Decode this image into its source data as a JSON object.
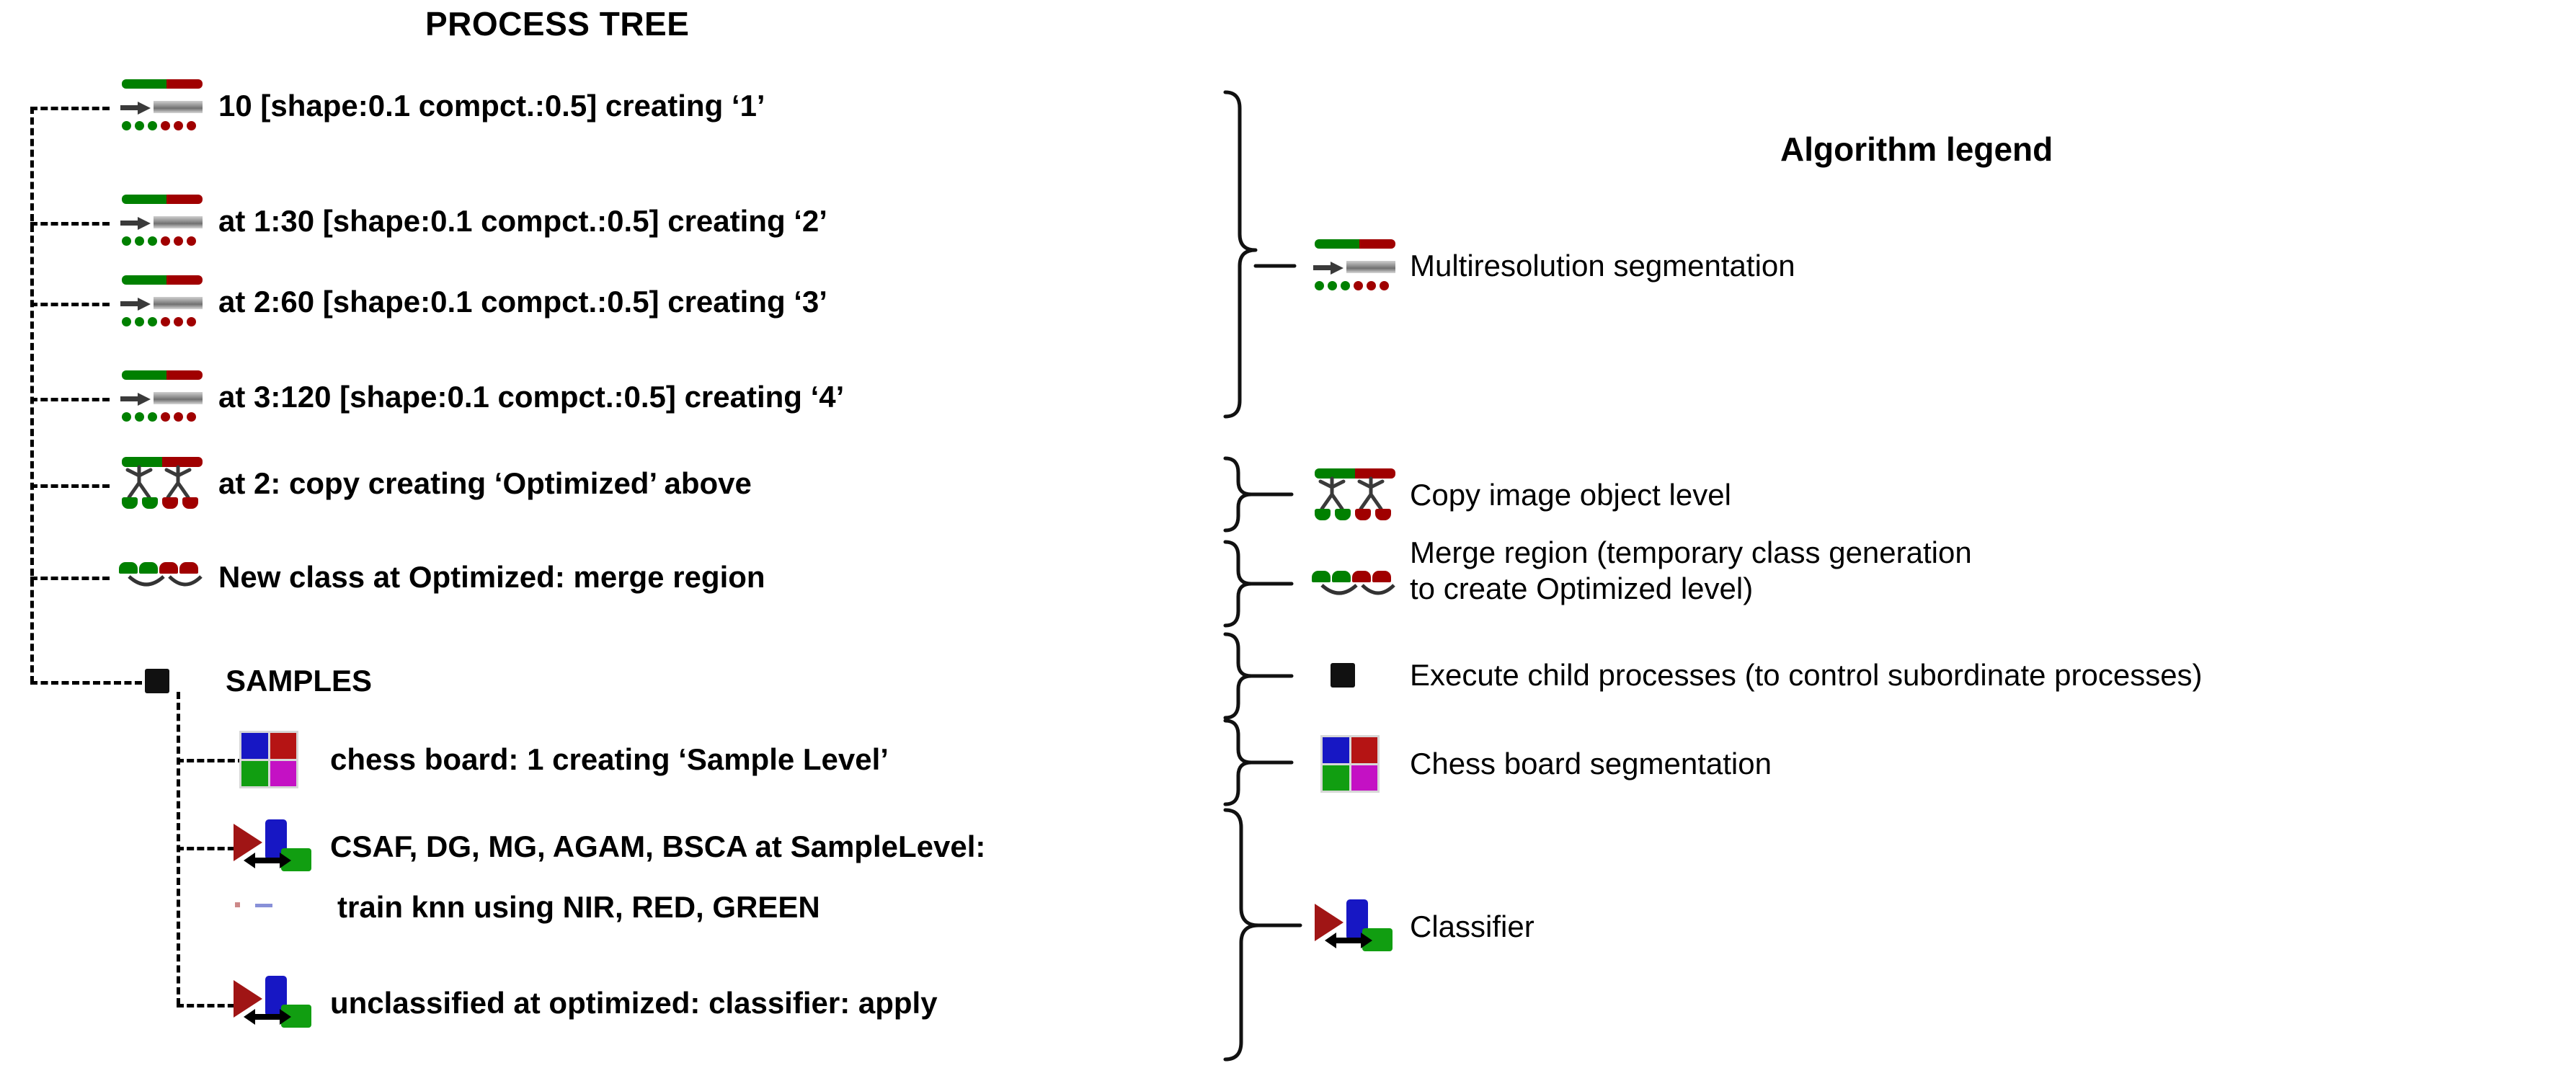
{
  "titles": {
    "process_tree": "PROCESS TREE",
    "algorithm_legend": "Algorithm legend"
  },
  "colors": {
    "green": "#008000",
    "red": "#a00000",
    "blue": "#1717c4",
    "magenta": "#c411c4",
    "bright_green": "#119e11",
    "black": "#111111",
    "gray": "#8a8a8a"
  },
  "process_tree": {
    "rows": [
      {
        "id": "row-1",
        "icon": "multiresolution-segmentation-icon",
        "label": "10 [shape:0.1 compct.:0.5] creating ‘1’"
      },
      {
        "id": "row-2",
        "icon": "multiresolution-segmentation-icon",
        "label": "at 1:30 [shape:0.1 compct.:0.5] creating ‘2’"
      },
      {
        "id": "row-3",
        "icon": "multiresolution-segmentation-icon",
        "label": "at 2:60 [shape:0.1 compct.:0.5] creating ‘3’"
      },
      {
        "id": "row-4",
        "icon": "multiresolution-segmentation-icon",
        "label": "at 3:120 [shape:0.1 compct.:0.5] creating ‘4’"
      },
      {
        "id": "row-5",
        "icon": "copy-image-object-level-icon",
        "label": "at 2: copy creating ‘Optimized’ above"
      },
      {
        "id": "row-6",
        "icon": "merge-region-icon",
        "label": "New class at Optimized: merge region"
      },
      {
        "id": "row-7",
        "icon": "execute-child-processes-icon",
        "label": "SAMPLES"
      },
      {
        "id": "row-8",
        "icon": "chess-board-segmentation-icon",
        "label": "chess board: 1 creating ‘Sample Level’"
      },
      {
        "id": "row-9",
        "icon": "classifier-icon",
        "label": "CSAF, DG, MG, AGAM, BSCA at SampleLevel:"
      },
      {
        "id": "row-10",
        "icon": "tiny-marker-icon",
        "label": "train knn using NIR, RED, GREEN"
      },
      {
        "id": "row-11",
        "icon": "classifier-icon",
        "label": "unclassified at optimized: classifier: apply"
      }
    ]
  },
  "legend": {
    "items": [
      {
        "id": "legend-multiresolution",
        "icon": "multiresolution-segmentation-icon",
        "line1": "Multiresolution segmentation",
        "line2": ""
      },
      {
        "id": "legend-copy",
        "icon": "copy-image-object-level-icon",
        "line1": "Copy image object level",
        "line2": ""
      },
      {
        "id": "legend-merge",
        "icon": "merge-region-icon",
        "line1": "Merge region (temporary class generation",
        "line2": "to create Optimized level)"
      },
      {
        "id": "legend-execute",
        "icon": "execute-child-processes-icon",
        "line1": "Execute child processes (to control subordinate processes)",
        "line2": ""
      },
      {
        "id": "legend-chess",
        "icon": "chess-board-segmentation-icon",
        "line1": "Chess board segmentation",
        "line2": ""
      },
      {
        "id": "legend-classifier",
        "icon": "classifier-icon",
        "line1": "Classifier",
        "line2": ""
      }
    ]
  }
}
